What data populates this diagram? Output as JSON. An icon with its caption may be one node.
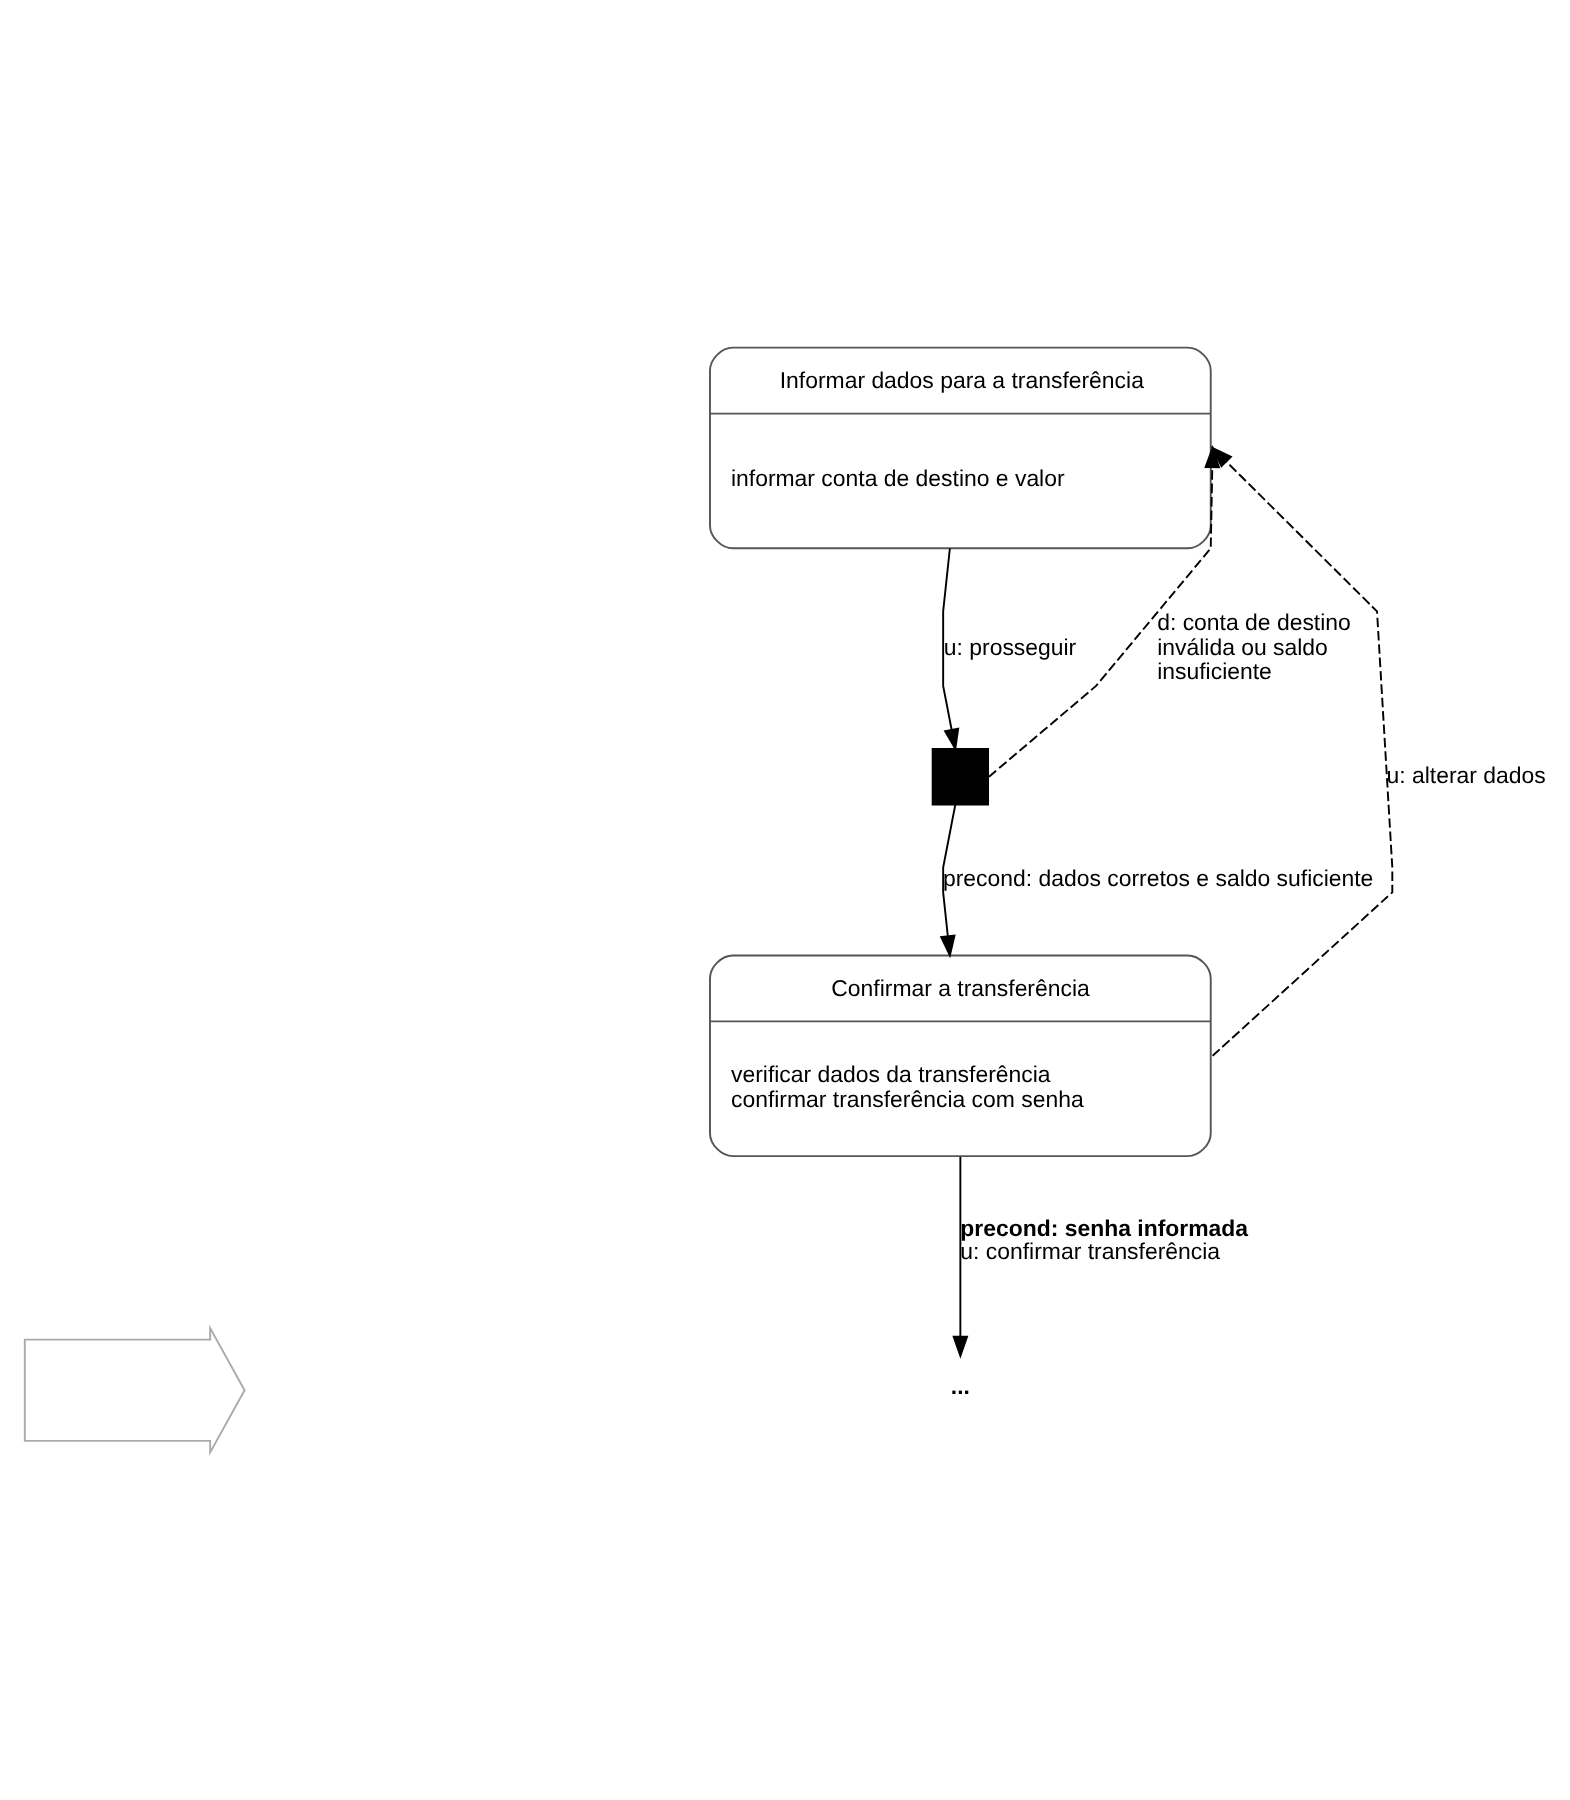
{
  "diagram": {
    "nodes": [
      {
        "text": [
          "Informar dados para a transferência",
          "informar conta de destino e valor"
        ]
      },
      {
        "text": [],
        "shape": "box"
      },
      {
        "text": [
          "Confirmar a transferência",
          "verificar dados da transferência",
          "confirmar transferência com senha"
        ]
      },
      {
        "text": [
          "..."
        ]
      },
      {
        "text": [],
        "shape": "arrow"
      }
    ],
    "edges": [
      {
        "from": 0,
        "to": 1,
        "arrow": "to",
        "label": "u: prosseguir"
      },
      {
        "from": 1,
        "to": 0,
        "arrow": "to",
        "style": "dashed",
        "label": "d: conta de destino inválida ou saldo insuficiente"
      },
      {
        "from": 1,
        "to": 2,
        "arrow": "to",
        "label": "precond: dados corretos e saldo suficiente"
      },
      {
        "from": 2,
        "to": 0,
        "arrow": "to",
        "style": "dashed",
        "label": "u: alterar dados"
      },
      {
        "from": 2,
        "to": 3,
        "arrow": "to",
        "label": "**precond: senha informada** u: confirmar transferência"
      }
    ]
  }
}
